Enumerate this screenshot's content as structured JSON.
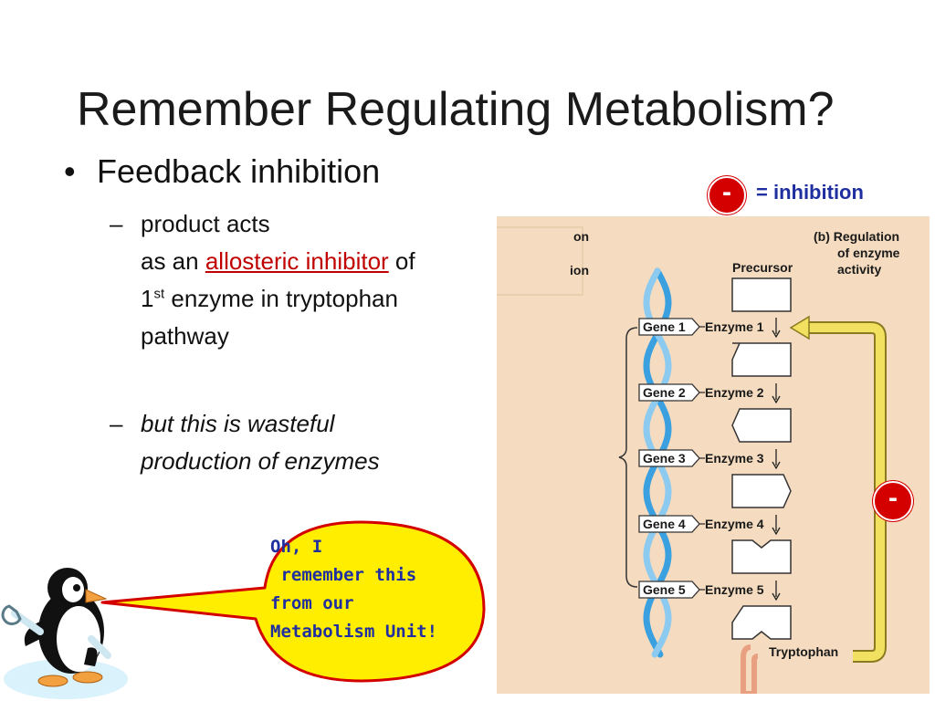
{
  "slide": {
    "title": "Remember Regulating Metabolism?",
    "bullet_marker": "•",
    "bullet": "Feedback inhibition",
    "dash": "–",
    "sub1": {
      "line1": "product acts",
      "line2_pre": "as an ",
      "link": "allosteric inhibitor",
      "line2_post": " of",
      "line3_pre": "1",
      "superscript": "st",
      "line3_post": " enzyme in tryptophan",
      "line4": "pathway"
    },
    "sub2": {
      "line1": "but this is wasteful",
      "line2": "production of enzymes"
    }
  },
  "legend": {
    "symbol": "-",
    "text": "= inhibition",
    "badge_color": "#d40000",
    "text_color": "#1f2fa0"
  },
  "diagram": {
    "background": "#f5dcc0",
    "panel_title_line1": "(b) Regulation",
    "panel_title_line2": "of enzyme",
    "panel_title_line3": "activity",
    "cut_label_1": "on",
    "cut_label_2": "ion",
    "precursor": "Precursor",
    "product": "Tryptophan",
    "genes": [
      "Gene 1",
      "Gene 2",
      "Gene 3",
      "Gene 4",
      "Gene 5"
    ],
    "enzymes": [
      "Enzyme 1",
      "Enzyme 2",
      "Enzyme 3",
      "Enzyme 4",
      "Enzyme 5"
    ],
    "inhibition_symbol": "-",
    "dna_color": "#3aa0e0",
    "feedback_color": "#f2e060"
  },
  "speech_bubble": {
    "text": "Oh, I\n remember this\nfrom our\nMetabolism Unit!",
    "fill": "#ffee00",
    "outline": "#d40000"
  },
  "mascot": {
    "icon": "penguin-with-wrench-icon"
  }
}
